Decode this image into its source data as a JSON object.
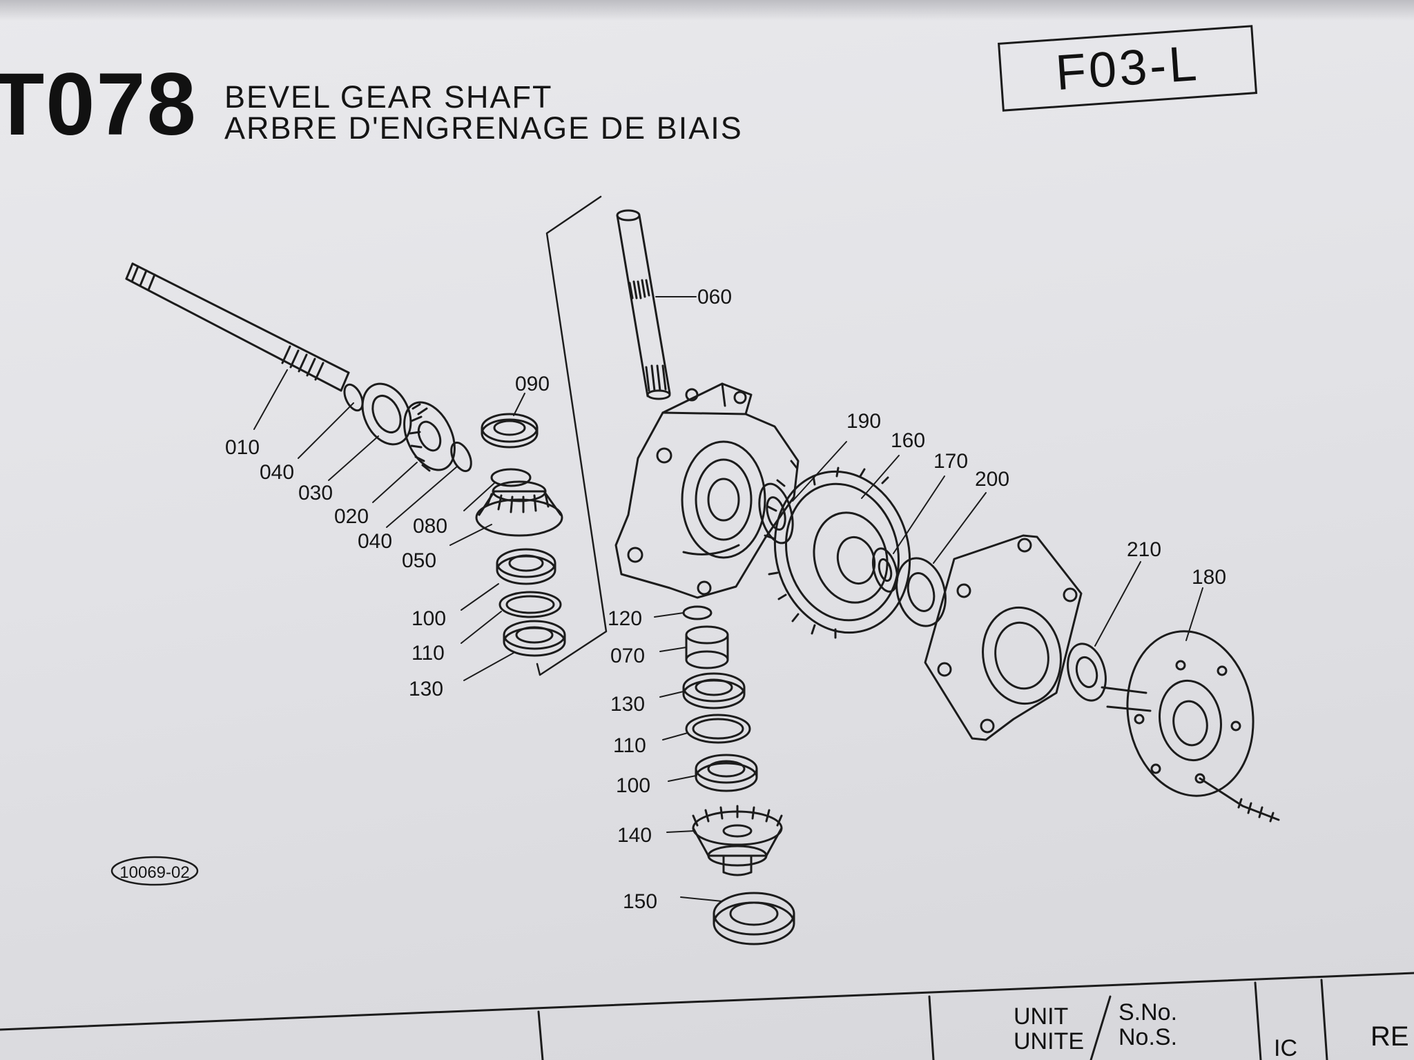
{
  "header": {
    "model_code": "T078",
    "title_en": "BEVEL GEAR SHAFT",
    "title_fr": "ARBRE D'ENGRENAGE DE BIAIS",
    "section_code": "F03-L"
  },
  "diagram": {
    "figure_id": "10069-02",
    "callouts": {
      "c010": "010",
      "c040a": "040",
      "c030": "030",
      "c020": "020",
      "c040b": "040",
      "c080": "080",
      "c050": "050",
      "c090": "090",
      "c100a": "100",
      "c110a": "110",
      "c130a": "130",
      "c060": "060",
      "c120": "120",
      "c070": "070",
      "c130b": "130",
      "c110b": "110",
      "c100b": "100",
      "c140": "140",
      "c150": "150",
      "c190": "190",
      "c160": "160",
      "c170": "170",
      "c200": "200",
      "c210": "210",
      "c180": "180"
    }
  },
  "footer": {
    "unit_label_1": "UNIT",
    "unit_label_2": "UNITE",
    "sno_label_1": "S.No.",
    "sno_label_2": "No.S.",
    "ic_label": "IC",
    "re_label": "RE"
  }
}
